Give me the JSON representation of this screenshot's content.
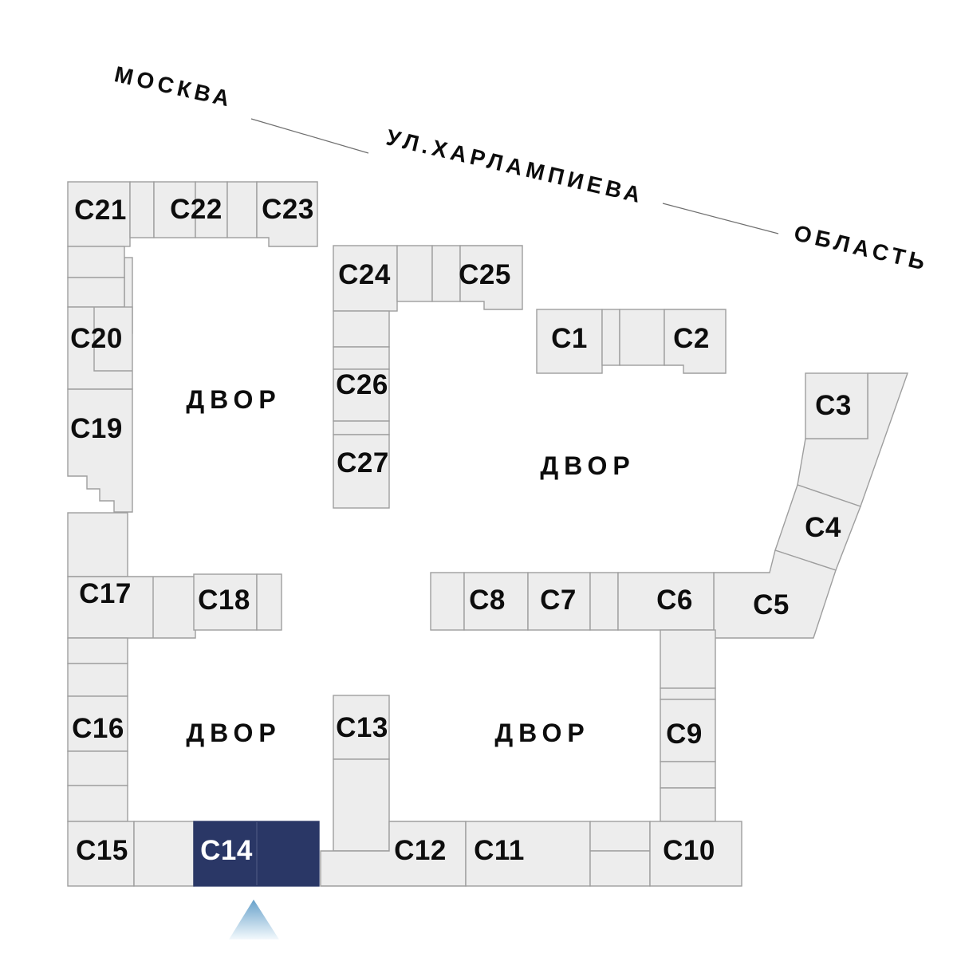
{
  "map": {
    "street": {
      "city_label": "МОСКВА",
      "street_name": "УЛ.ХАРЛАМПИЕВА",
      "region_label": "ОБЛАСТЬ"
    },
    "courtyards": [
      {
        "label": "ДВОР"
      },
      {
        "label": "ДВОР"
      },
      {
        "label": "ДВОР"
      },
      {
        "label": "ДВОР"
      }
    ],
    "selected_building": "С14",
    "marker": {
      "type": "triangle-pointer",
      "points_to": "С14"
    },
    "buildings": [
      {
        "id": "c1",
        "label": "С1"
      },
      {
        "id": "c2",
        "label": "С2"
      },
      {
        "id": "c3",
        "label": "С3"
      },
      {
        "id": "c4",
        "label": "С4"
      },
      {
        "id": "c5",
        "label": "С5"
      },
      {
        "id": "c6",
        "label": "С6"
      },
      {
        "id": "c7",
        "label": "С7"
      },
      {
        "id": "c8",
        "label": "С8"
      },
      {
        "id": "c9",
        "label": "С9"
      },
      {
        "id": "c10",
        "label": "С10"
      },
      {
        "id": "c11",
        "label": "С11"
      },
      {
        "id": "c12",
        "label": "С12"
      },
      {
        "id": "c13",
        "label": "С13"
      },
      {
        "id": "c14",
        "label": "С14",
        "selected": true
      },
      {
        "id": "c15",
        "label": "С15"
      },
      {
        "id": "c16",
        "label": "С16"
      },
      {
        "id": "c17",
        "label": "С17"
      },
      {
        "id": "c18",
        "label": "С18"
      },
      {
        "id": "c19",
        "label": "С19"
      },
      {
        "id": "c20",
        "label": "С20"
      },
      {
        "id": "c21",
        "label": "С21"
      },
      {
        "id": "c22",
        "label": "С22"
      },
      {
        "id": "c23",
        "label": "С23"
      },
      {
        "id": "c24",
        "label": "С24"
      },
      {
        "id": "c25",
        "label": "С25"
      },
      {
        "id": "c26",
        "label": "С26"
      },
      {
        "id": "c27",
        "label": "С27"
      }
    ],
    "colors": {
      "building_fill": "#ededed",
      "building_stroke": "#9e9e9e",
      "selected_fill": "#2a3766",
      "selected_divider": "#46527e",
      "label_color": "#0d0d0d",
      "selected_label_color": "#ffffff",
      "street_line_color": "#6f6f6f",
      "marker_top": "#67a1ca",
      "marker_bottom": "#f3f9fc",
      "page_bg": "#ffffff"
    }
  }
}
